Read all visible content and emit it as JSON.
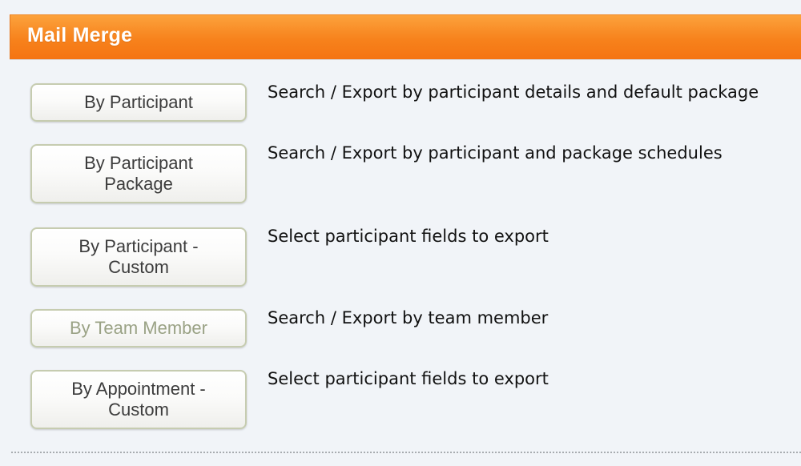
{
  "header": {
    "title": "Mail Merge"
  },
  "options": [
    {
      "button_label": "By Participant",
      "description": "Search / Export by participant details and default package",
      "enabled": true
    },
    {
      "button_label": "By Participant Package",
      "description": "Search / Export by participant and package schedules",
      "enabled": true
    },
    {
      "button_label": "By Participant - Custom",
      "description": "Select participant fields to export",
      "enabled": true
    },
    {
      "button_label": "By Team Member",
      "description": "Search / Export by team member",
      "enabled": false
    },
    {
      "button_label": "By Appointment - Custom",
      "description": "Select participant fields to export",
      "enabled": true
    }
  ],
  "colors": {
    "header_orange": "#f7821c",
    "background": "#f1f4f8",
    "button_border": "#c6ccb0",
    "disabled_text": "#9aa285"
  }
}
